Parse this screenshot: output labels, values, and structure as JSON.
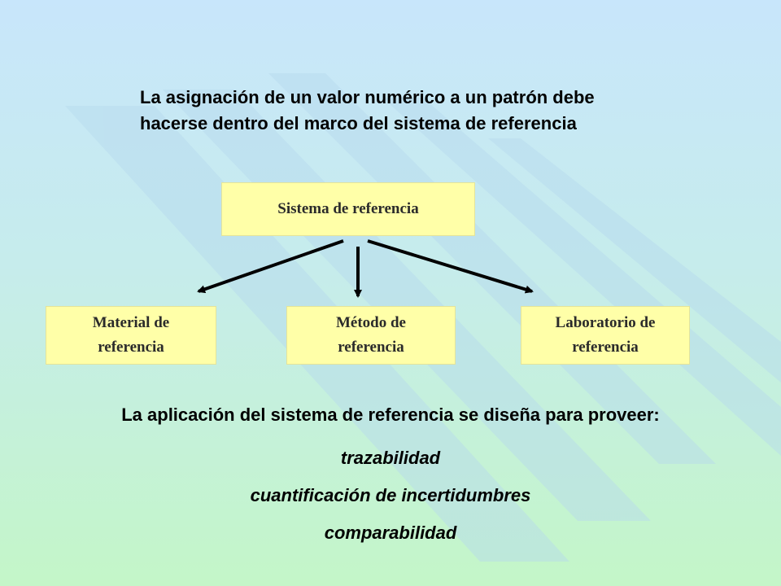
{
  "intro": {
    "line1": "La asignación de un valor numérico a un patrón debe",
    "line2": "hacerse dentro del marco del sistema de referencia"
  },
  "diagram": {
    "root": "Sistema de referencia",
    "children": [
      {
        "line1": "Material de",
        "line2": "referencia"
      },
      {
        "line1": "Método de",
        "line2": "referencia"
      },
      {
        "line1": "Laboratorio de",
        "line2": "referencia"
      }
    ],
    "box_color": "#ffffa8",
    "arrow_color": "#000000"
  },
  "purpose": {
    "heading": "La aplicación del sistema de referencia se diseña para proveer:",
    "items": [
      "trazabilidad",
      "cuantificación de incertidumbres",
      "comparabilidad"
    ]
  }
}
